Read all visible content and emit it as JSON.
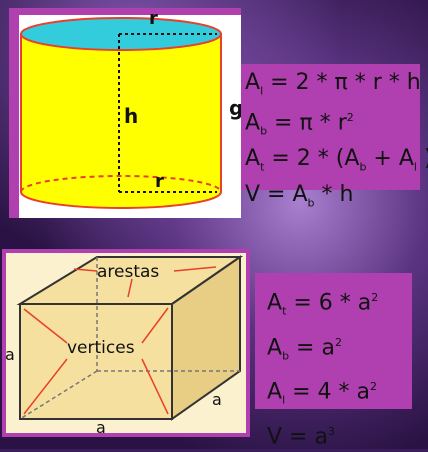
{
  "cylinder": {
    "labels": {
      "r_top": "r",
      "h": "h",
      "g": "g",
      "r_bottom": "r"
    },
    "formulas": [
      {
        "lhs": "A",
        "sub": "l",
        "rhs": " = 2 * π * r * h"
      },
      {
        "lhs": "A",
        "sub": "b",
        "rhs": " = π * r",
        "sup": "2"
      },
      {
        "lhs": "A",
        "sub": "t",
        "rhs": " = 2 * (A",
        "sub2": "b",
        "rhs2": " + A",
        "sub3": "l",
        "rhs3": " )"
      },
      {
        "lhs": "V = A",
        "sub": "b",
        "rhs": " * h"
      }
    ]
  },
  "cube": {
    "labels": {
      "arestas": "arestas",
      "vertices": "vertices",
      "a_left": "a",
      "a_right": "a",
      "a_bottom": "a"
    },
    "formulas": [
      {
        "lhs": "A",
        "sub": "t",
        "rhs": " = 6 * a",
        "sup": "2"
      },
      {
        "lhs": "A",
        "sub": "b",
        "rhs": " = a",
        "sup": "2"
      },
      {
        "lhs": "A",
        "sub": "l",
        "rhs": " = 4 * a",
        "sup": "2"
      },
      {
        "lhs": "V = a",
        "sup": "3"
      }
    ]
  },
  "colors": {
    "panel_purple": "#b040b0",
    "cylinder_body": "#ffff00",
    "cylinder_top": "#33ccdd",
    "edge_red": "#e8402a",
    "cube_fill": "#f5e0a0",
    "background": "#3a1e5c"
  }
}
